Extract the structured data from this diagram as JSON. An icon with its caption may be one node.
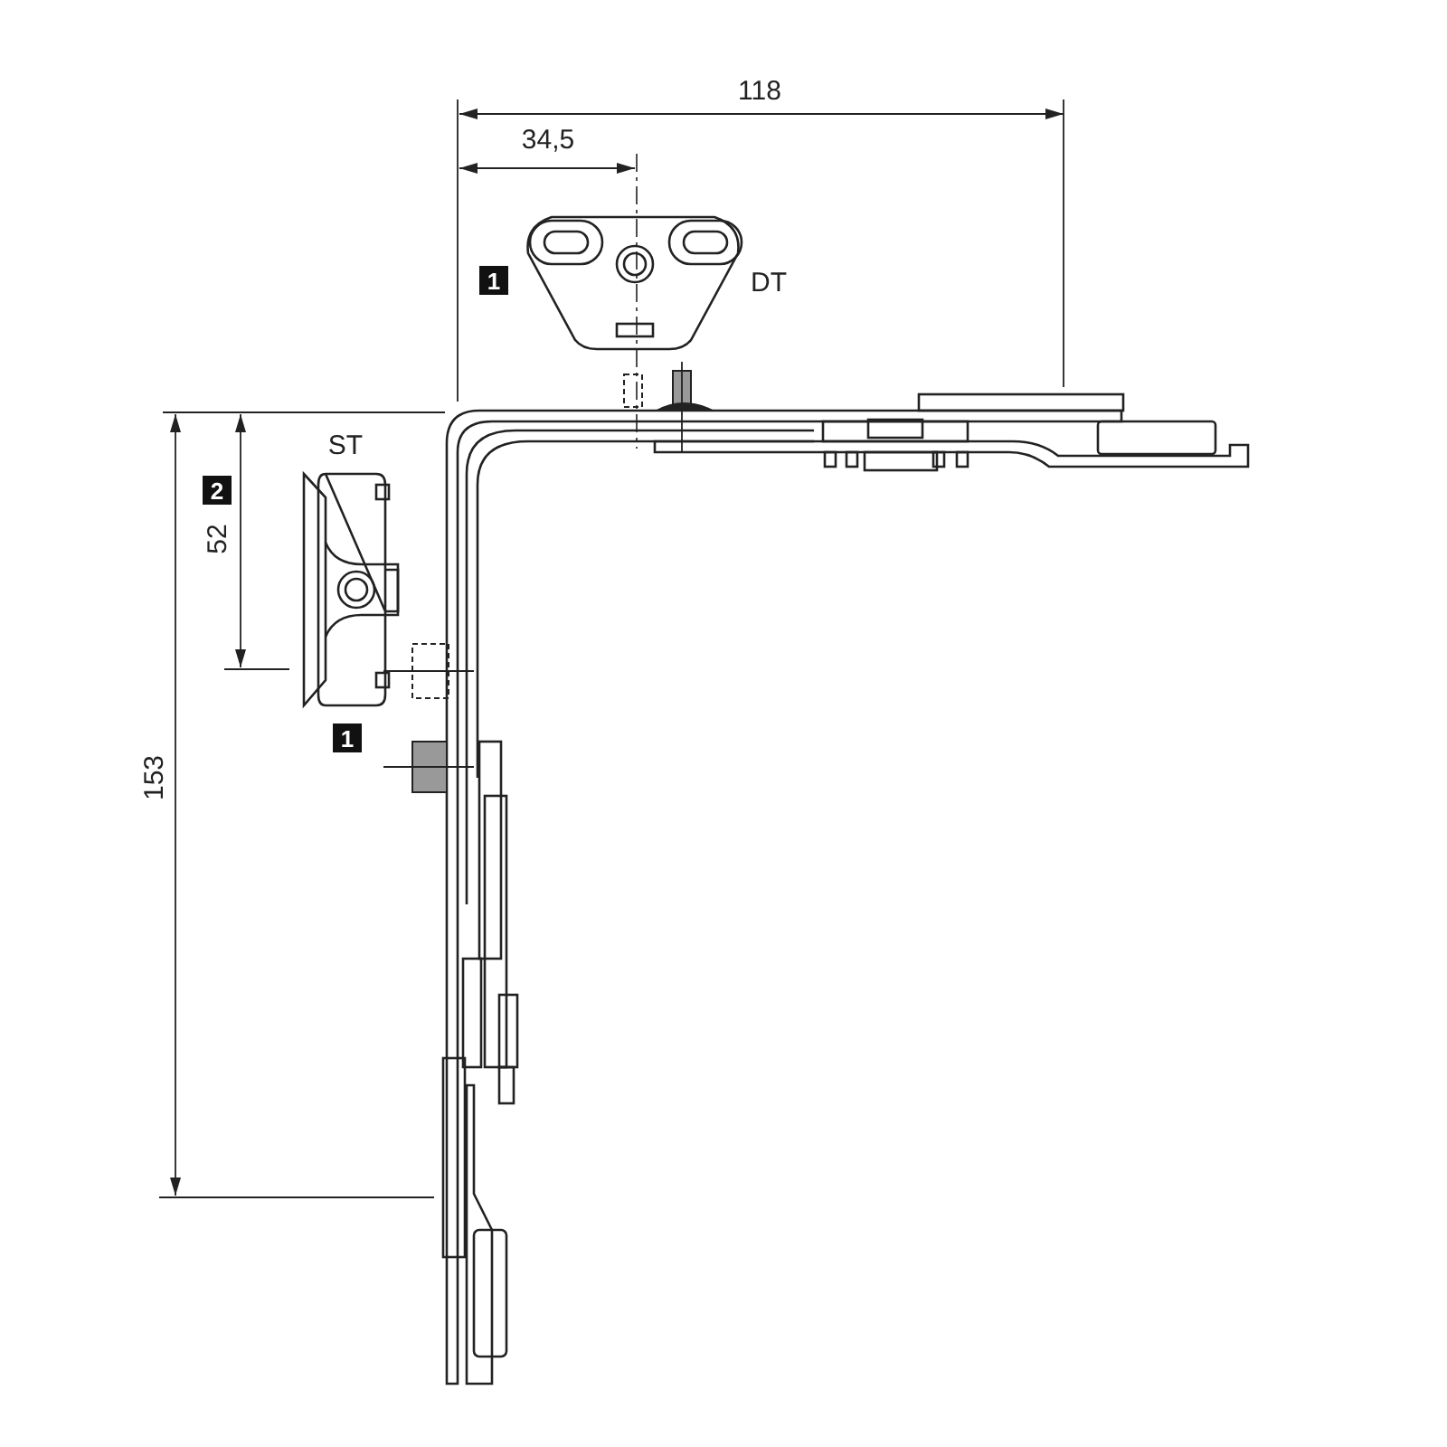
{
  "diagram": {
    "labels": [
      "118",
      "34,5",
      "1",
      "DT",
      "ST",
      "2",
      "52",
      "1",
      "153"
    ]
  }
}
